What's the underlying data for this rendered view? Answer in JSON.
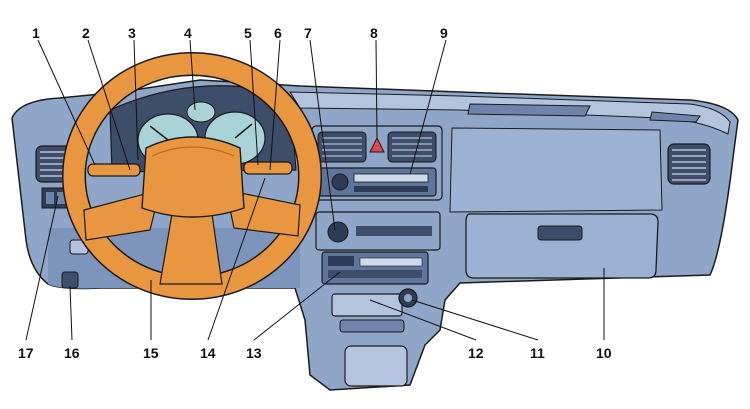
{
  "callouts": [
    {
      "id": "1",
      "label": "1"
    },
    {
      "id": "2",
      "label": "2"
    },
    {
      "id": "3",
      "label": "3"
    },
    {
      "id": "4",
      "label": "4"
    },
    {
      "id": "5",
      "label": "5"
    },
    {
      "id": "6",
      "label": "6"
    },
    {
      "id": "7",
      "label": "7"
    },
    {
      "id": "8",
      "label": "8"
    },
    {
      "id": "9",
      "label": "9"
    },
    {
      "id": "10",
      "label": "10"
    },
    {
      "id": "11",
      "label": "11"
    },
    {
      "id": "12",
      "label": "12"
    },
    {
      "id": "13",
      "label": "13"
    },
    {
      "id": "14",
      "label": "14"
    },
    {
      "id": "15",
      "label": "15"
    },
    {
      "id": "16",
      "label": "16"
    },
    {
      "id": "17",
      "label": "17"
    }
  ],
  "colors": {
    "dashboard": "#8fa6c8",
    "dashboard_dark": "#5f759c",
    "dashboard_light": "#b4c4de",
    "wheel": "#e8963f",
    "wheel_dark": "#b86a22",
    "gauge": "#a9d3d6",
    "outline": "#1b1b1b"
  }
}
